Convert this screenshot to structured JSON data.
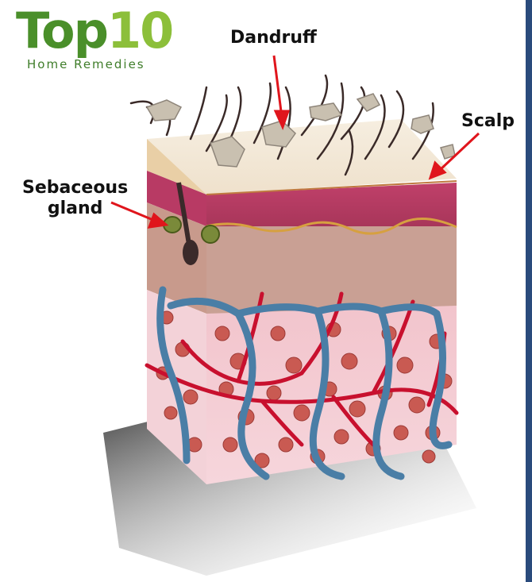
{
  "logo": {
    "part1": "Top",
    "part2": "10",
    "sub": "Home Remedies"
  },
  "labels": {
    "dandruff": "Dandruff",
    "scalp": "Scalp",
    "sebaceous_line1": "Sebaceous",
    "sebaceous_line2": "gland"
  },
  "colors": {
    "arrow": "#e0151c",
    "vein": "#4a7ea6",
    "artery": "#c8102e",
    "border": "#2a4b7c"
  }
}
